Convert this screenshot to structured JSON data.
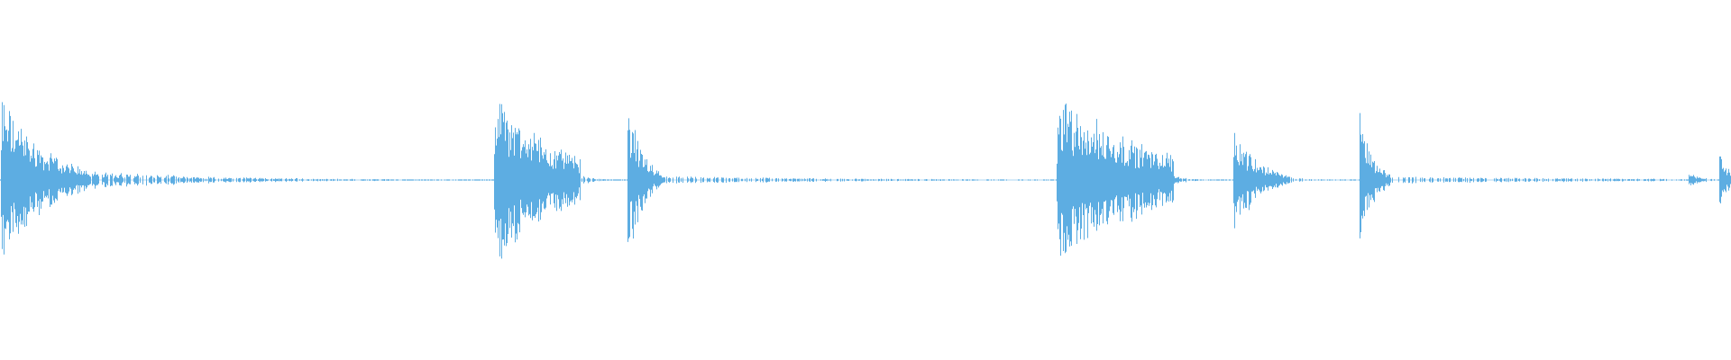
{
  "waveform": {
    "color": "#5DADE2",
    "background": "#ffffff",
    "peak_max": 1.0,
    "segments": [
      {
        "type": "burst",
        "start": 0.0,
        "end": 0.052,
        "peak": 0.95,
        "decay": 2.2,
        "density": 1.0
      },
      {
        "type": "tail",
        "start": 0.052,
        "end": 0.285,
        "peak": 0.1,
        "decay": 3.2,
        "density": 0.7,
        "ripple": true
      },
      {
        "type": "burst",
        "start": 0.285,
        "end": 0.335,
        "peak": 0.97,
        "decay": 1.4,
        "density": 1.0
      },
      {
        "type": "tail",
        "start": 0.335,
        "end": 0.362,
        "peak": 0.07,
        "decay": 4.0,
        "density": 0.8
      },
      {
        "type": "burst",
        "start": 0.362,
        "end": 0.384,
        "peak": 0.97,
        "decay": 2.8,
        "density": 1.0
      },
      {
        "type": "tail",
        "start": 0.384,
        "end": 0.61,
        "peak": 0.04,
        "decay": 2.0,
        "density": 0.5
      },
      {
        "type": "burst",
        "start": 0.61,
        "end": 0.678,
        "peak": 0.92,
        "decay": 1.2,
        "density": 1.0
      },
      {
        "type": "tail",
        "start": 0.678,
        "end": 0.712,
        "peak": 0.05,
        "decay": 4.0,
        "density": 0.6
      },
      {
        "type": "burst",
        "start": 0.712,
        "end": 0.745,
        "peak": 0.62,
        "decay": 2.5,
        "density": 1.0
      },
      {
        "type": "tail",
        "start": 0.745,
        "end": 0.785,
        "peak": 0.03,
        "decay": 3.0,
        "density": 0.4
      },
      {
        "type": "burst",
        "start": 0.785,
        "end": 0.803,
        "peak": 0.78,
        "decay": 2.4,
        "density": 1.0
      },
      {
        "type": "tail",
        "start": 0.803,
        "end": 0.975,
        "peak": 0.04,
        "decay": 1.2,
        "density": 0.5
      },
      {
        "type": "blip",
        "start": 0.975,
        "end": 0.985,
        "peak": 0.1,
        "decay": 2.0,
        "density": 1.0
      },
      {
        "type": "tail",
        "start": 0.985,
        "end": 0.993,
        "peak": 0.02,
        "decay": 1.0,
        "density": 0.4
      },
      {
        "type": "burst",
        "start": 0.993,
        "end": 1.0,
        "peak": 0.35,
        "decay": 1.5,
        "density": 1.0
      }
    ]
  }
}
